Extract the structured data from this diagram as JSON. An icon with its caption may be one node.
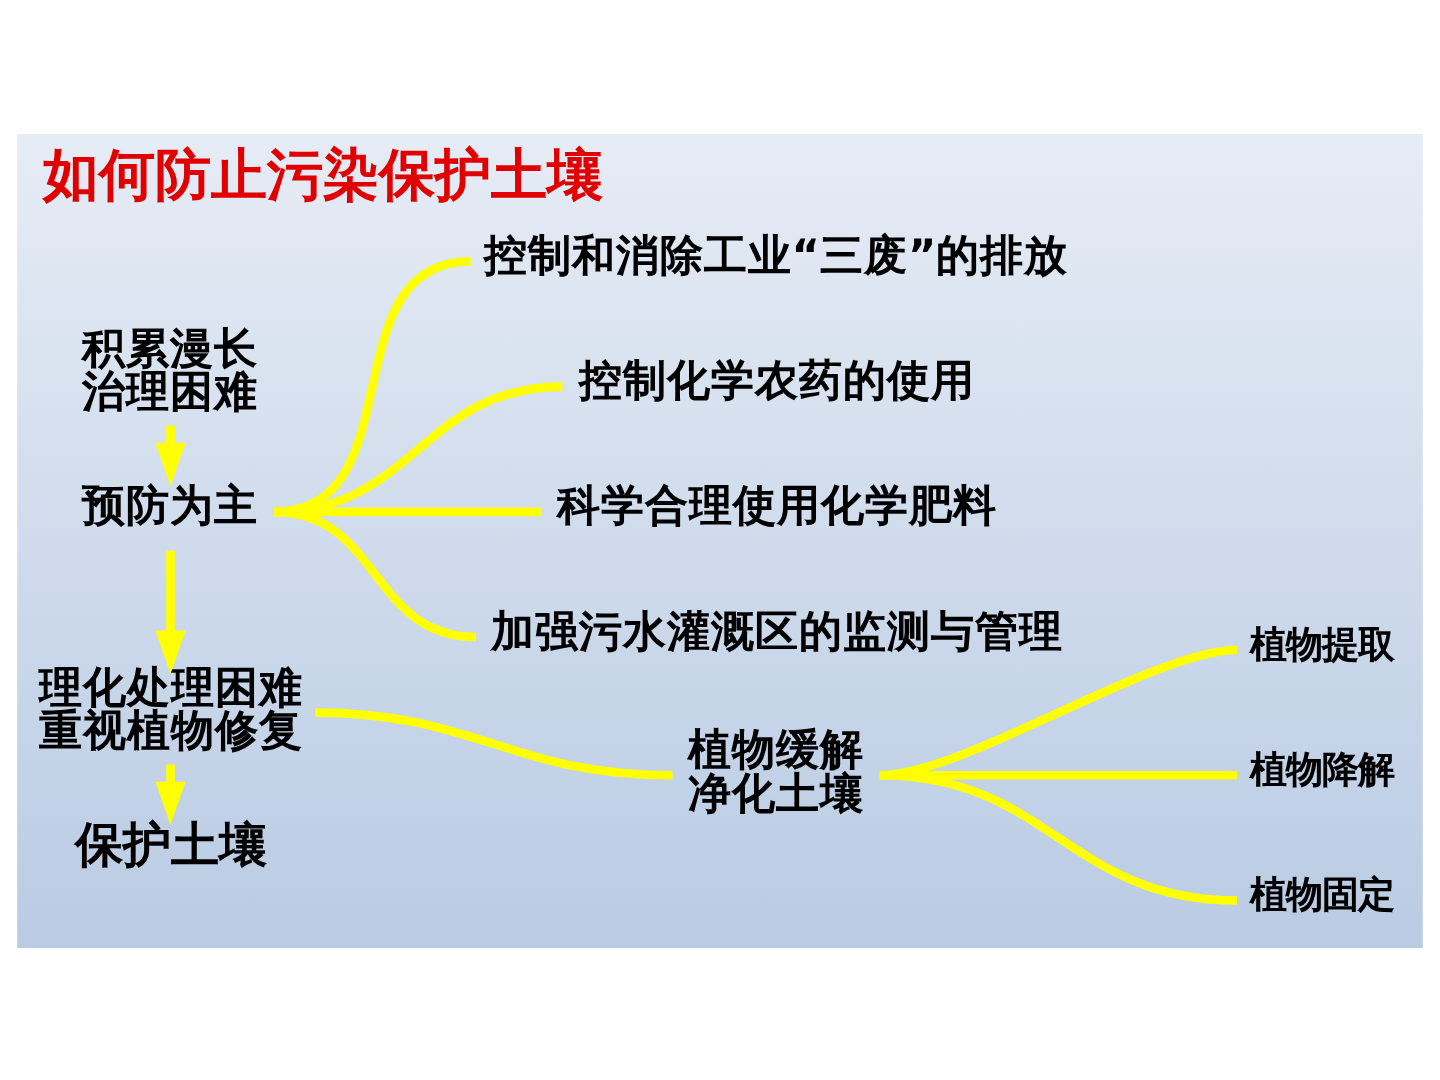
{
  "diagram": {
    "title": "如何防止污染保护土壤",
    "nodes": [
      {
        "text": [
          "积累漫长",
          "治理困难"
        ]
      },
      {
        "text": [
          "预防为主"
        ]
      },
      {
        "text": [
          "控制和消除工业“三废”的排放"
        ]
      },
      {
        "text": [
          "控制化学农药的使用"
        ]
      },
      {
        "text": [
          "科学合理使用化学肥料"
        ]
      },
      {
        "text": [
          "加强污水灌溉区的监测与管理"
        ]
      },
      {
        "text": [
          "理化处理困难",
          "重视植物修复"
        ]
      },
      {
        "text": [
          "植物缓解",
          "净化土壤"
        ]
      },
      {
        "text": [
          "植物提取"
        ]
      },
      {
        "text": [
          "植物降解"
        ]
      },
      {
        "text": [
          "植物固定"
        ]
      },
      {
        "text": [
          "保护土壤"
        ]
      }
    ],
    "edges": [
      {
        "from": 0,
        "to": 1,
        "arrow": "to"
      },
      {
        "from": 1,
        "to": 2,
        "arrow": "none"
      },
      {
        "from": 1,
        "to": 3,
        "arrow": "none"
      },
      {
        "from": 1,
        "to": 4,
        "arrow": "none"
      },
      {
        "from": 1,
        "to": 5,
        "arrow": "none"
      },
      {
        "from": 1,
        "to": 6,
        "arrow": "to"
      },
      {
        "from": 6,
        "to": 7,
        "arrow": "none"
      },
      {
        "from": 7,
        "to": 8,
        "arrow": "none"
      },
      {
        "from": 7,
        "to": 9,
        "arrow": "none"
      },
      {
        "from": 7,
        "to": 10,
        "arrow": "none"
      },
      {
        "from": 6,
        "to": 11,
        "arrow": "to"
      }
    ]
  }
}
